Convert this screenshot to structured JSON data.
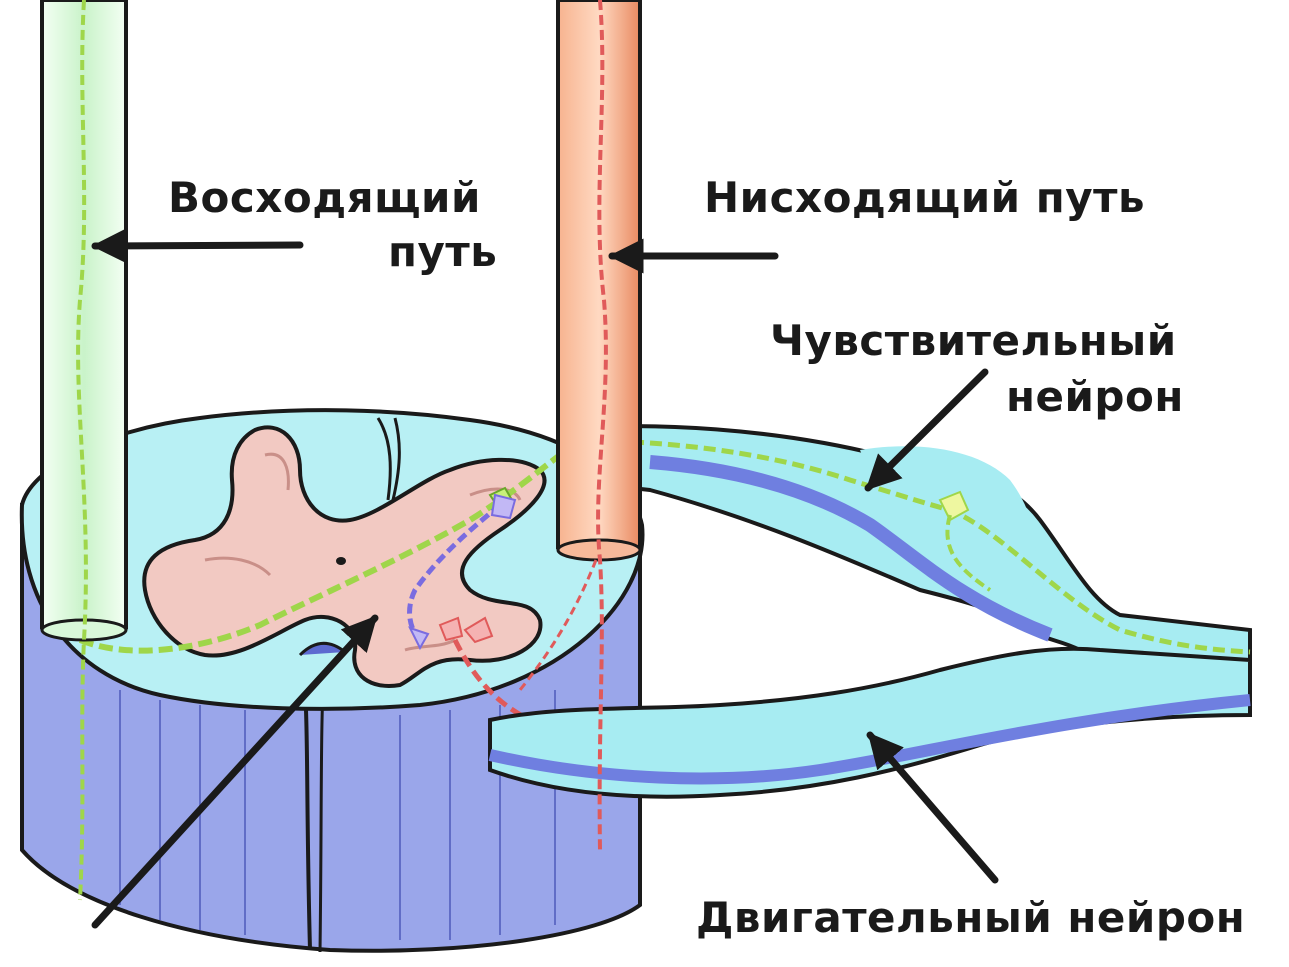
{
  "labels": {
    "ascending": [
      "Восходящий",
      "путь"
    ],
    "descending": "Нисходящий путь",
    "sensory": [
      "Чувствительный",
      "нейрон"
    ],
    "motor": "Двигательный нейрон"
  },
  "colors": {
    "outline": "#1a1a1a",
    "white_matter_top": "#b8f0f4",
    "white_matter_side": "#9aa6ea",
    "gray_matter": "#f2c9c2",
    "ascending_tract": "#e6fbe6",
    "descending_tract": "#f2a07d",
    "sensory_fiber": "#9fd64a",
    "motor_fiber": "#e05a5a",
    "interneuron": "#7a6ce0",
    "nerve_fill": "#a7ecf2",
    "nerve_under": "#6f7fe0"
  }
}
